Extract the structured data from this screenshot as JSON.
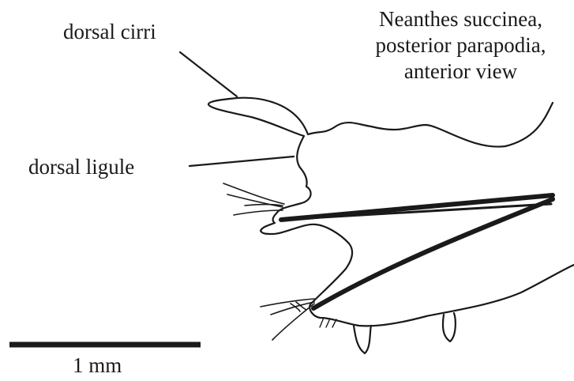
{
  "title": {
    "line1": "Neanthes succinea,",
    "line2": "posterior parapodia,",
    "line3": "anterior view"
  },
  "labels": {
    "dorsal_cirri": "dorsal cirri",
    "dorsal_ligule": "dorsal ligule"
  },
  "scale_bar": {
    "label": "1 mm"
  },
  "colors": {
    "ink": "#1a1a1a",
    "background": "#ffffff"
  }
}
